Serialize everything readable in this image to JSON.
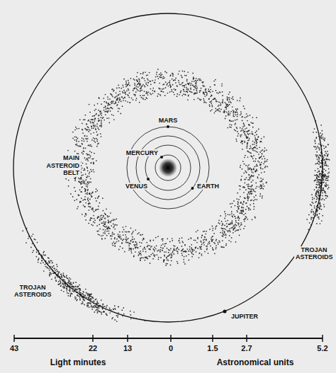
{
  "diagram": {
    "labels": [
      "MARS",
      "MERCURY",
      "VENUS",
      "EARTH",
      "MAIN ASTEROID BELT",
      "TROJAN ASTEROIDS",
      "TROJAN ASTEROIDS",
      "JUPITER",
      "43",
      "22",
      "13",
      "0",
      "1.5",
      "2.7",
      "5.2",
      "Light minutes",
      "Astronomical units"
    ]
  }
}
